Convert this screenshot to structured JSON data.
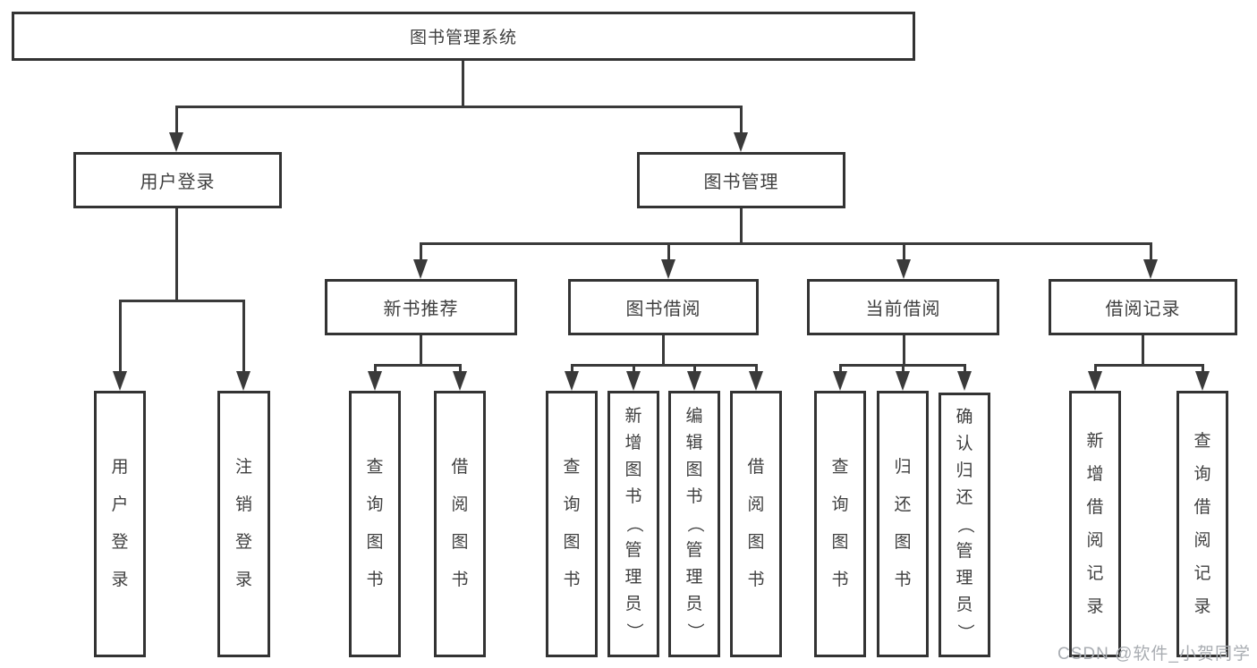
{
  "title": "图书管理系统",
  "tree": {
    "label": "图书管理系统",
    "children": [
      {
        "label": "用户登录",
        "children": [
          {
            "label": "用户登录"
          },
          {
            "label": "注销登录"
          }
        ]
      },
      {
        "label": "图书管理",
        "children": [
          {
            "label": "新书推荐",
            "children": [
              {
                "label": "查询图书"
              },
              {
                "label": "借阅图书"
              }
            ]
          },
          {
            "label": "图书借阅",
            "children": [
              {
                "label": "查询图书"
              },
              {
                "label": "新增图书（管理员）"
              },
              {
                "label": "编辑图书（管理员）"
              },
              {
                "label": "借阅图书"
              }
            ]
          },
          {
            "label": "当前借阅",
            "children": [
              {
                "label": "查询图书"
              },
              {
                "label": "归还图书"
              },
              {
                "label": "确认归还（管理员）"
              }
            ]
          },
          {
            "label": "借阅记录",
            "children": [
              {
                "label": "新增借阅记录"
              },
              {
                "label": "查询借阅记录"
              }
            ]
          }
        ]
      }
    ]
  },
  "watermark": "CSDN @软件_小贺同学",
  "colors": {
    "line": "#3a3a3a",
    "box_border": "#333333",
    "text": "#3f3f3f",
    "background": "#ffffff",
    "watermark": "#a9adb2"
  }
}
